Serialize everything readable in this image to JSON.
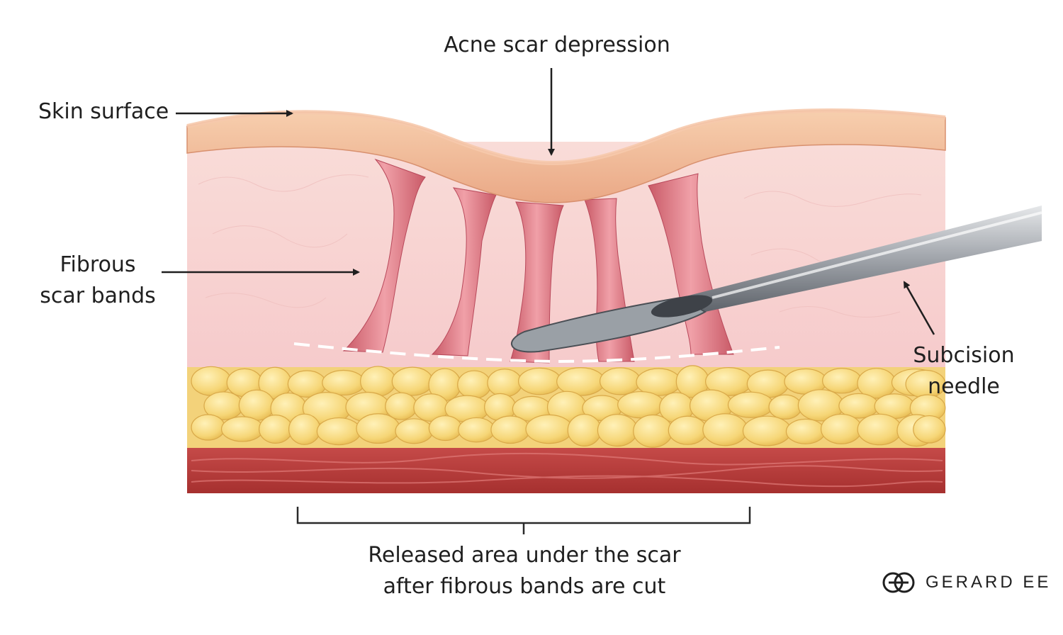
{
  "labels": {
    "acne_scar": "Acne scar depression",
    "skin_surface": "Skin surface",
    "fibrous_1": "Fibrous",
    "fibrous_2": "scar bands",
    "needle_1": "Subcision",
    "needle_2": "needle",
    "released_1": "Released area under the scar",
    "released_2": "after fibrous bands are cut"
  },
  "brand": {
    "name": "GERARD  EE",
    "icon": "gerard-ee-logo-icon"
  },
  "colors": {
    "epidermis": "#f2b896",
    "dermis": "#f8d4d2",
    "fibrous_band": "#d9707a",
    "fat": "#f5d67a",
    "muscle": "#b83b3b",
    "needle": "#8a8f96"
  }
}
